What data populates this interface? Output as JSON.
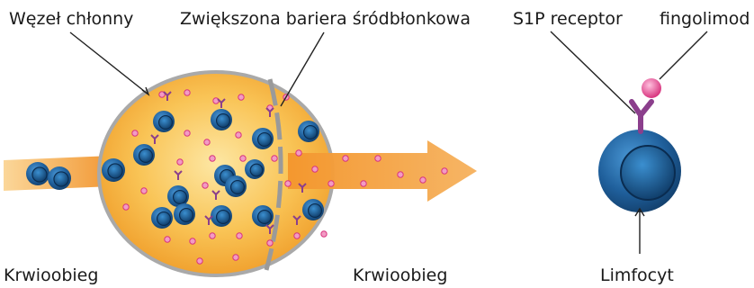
{
  "labels": {
    "lymph_node": "Węzeł chłonny",
    "endothelial_barrier": "Zwiększona bariera śródbłonkowa",
    "s1p_receptor": "S1P receptor",
    "fingolimod": "fingolimod",
    "bloodstream_in": "Krwioobieg",
    "bloodstream_out": "Krwioobieg",
    "lymphocyte": "Limfocyt"
  },
  "colors": {
    "node_fill": "#f6b43a",
    "node_outline": "#a9a9a9",
    "arrow_orange": "#f08a1e",
    "cell_blue": "#1f5f9b",
    "receptor_purple": "#8b3f8c",
    "drug_pink": "#e0448f"
  }
}
